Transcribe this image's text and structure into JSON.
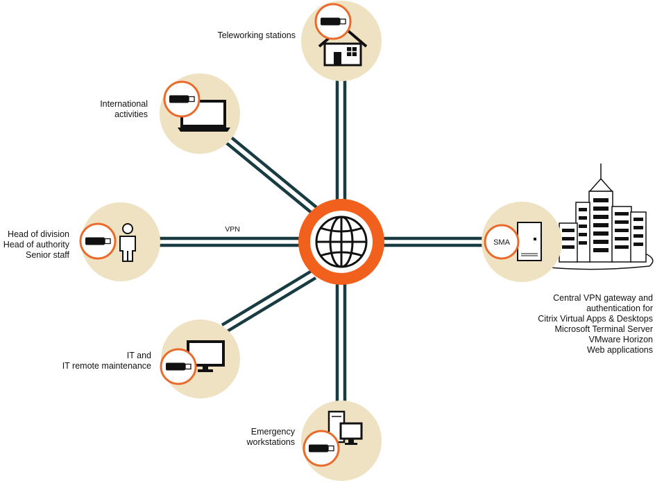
{
  "colors": {
    "node_fill": "#efe2c2",
    "hub": "#f2601e",
    "link": "#183c42",
    "token_ring": "#e96a2a"
  },
  "links": {
    "vpn_label": "VPN"
  },
  "nodes": {
    "teleworking": {
      "label_lines": [
        "Teleworking stations"
      ],
      "icon": "house-icon"
    },
    "international": {
      "label_lines": [
        "International",
        "activities"
      ],
      "icon": "laptop-icon"
    },
    "head": {
      "label_lines": [
        "Head of division",
        "Head of authority",
        "Senior staff"
      ],
      "icon": "person-icon"
    },
    "it": {
      "label_lines": [
        "IT and",
        "IT remote maintenance"
      ],
      "icon": "monitor-icon"
    },
    "emergency": {
      "label_lines": [
        "Emergency",
        "workstations"
      ],
      "icon": "desktop-pc-icon"
    },
    "gateway": {
      "server_label": "SMA",
      "icon": "server-icon",
      "label_lines": [
        "Central VPN gateway and",
        "authentication for",
        "Citrix Virtual Apps & Desktops",
        "Microsoft Terminal Server",
        "VMware Horizon",
        "Web applications"
      ]
    }
  },
  "hub": {
    "icon": "globe-icon"
  }
}
